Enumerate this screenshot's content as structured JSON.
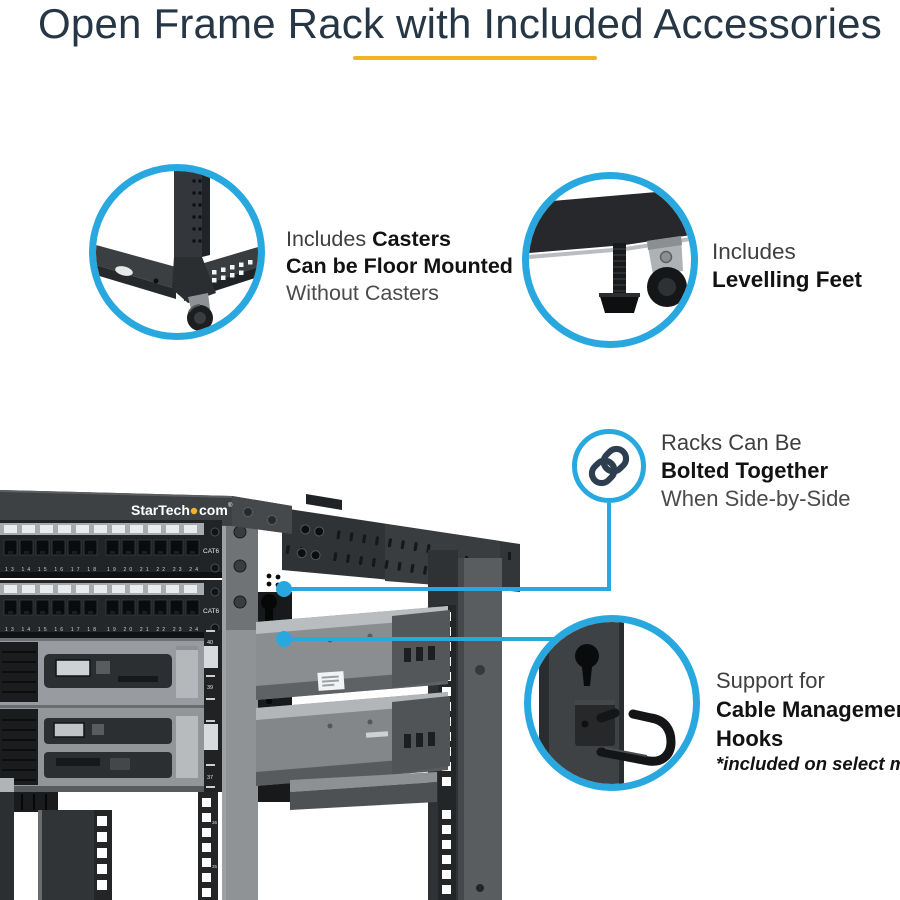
{
  "title": {
    "text": "Open Frame Rack with Included Accessories",
    "color": "#263645",
    "underline_color": "#F2B426"
  },
  "colors": {
    "accent_blue": "#29A8E0",
    "icon_navy": "#2C3E50",
    "yellow_dot": "#F2B426"
  },
  "callouts": {
    "casters": {
      "line1_regular": "Includes ",
      "line1_bold": "Casters",
      "line2_bold": "Can be Floor Mounted",
      "line3_regular": "Without Casters"
    },
    "levelling": {
      "line1_regular": "Includes",
      "line2_bold": "Levelling Feet"
    },
    "bolted": {
      "icon": "chain-link-icon",
      "line1_regular": "Racks Can Be",
      "line2_bold": "Bolted Together",
      "line3_regular": "When Side-by-Side"
    },
    "hooks": {
      "line1_regular": "Support for",
      "line2_bold": "Cable Management",
      "line3_bold": "Hooks",
      "line4_italic": "*included on select models"
    }
  },
  "rack": {
    "brand": "StarTech",
    "brand_suffix": "com",
    "brand_reg": "®",
    "panel_label": "CAT6",
    "ports_left": "13  14  15  16  17  18",
    "ports_right": "19  20  21  22  23  24",
    "rail_units": [
      "40",
      "39",
      "38",
      "37"
    ],
    "rail_units_lower": [
      "36",
      "35"
    ]
  }
}
